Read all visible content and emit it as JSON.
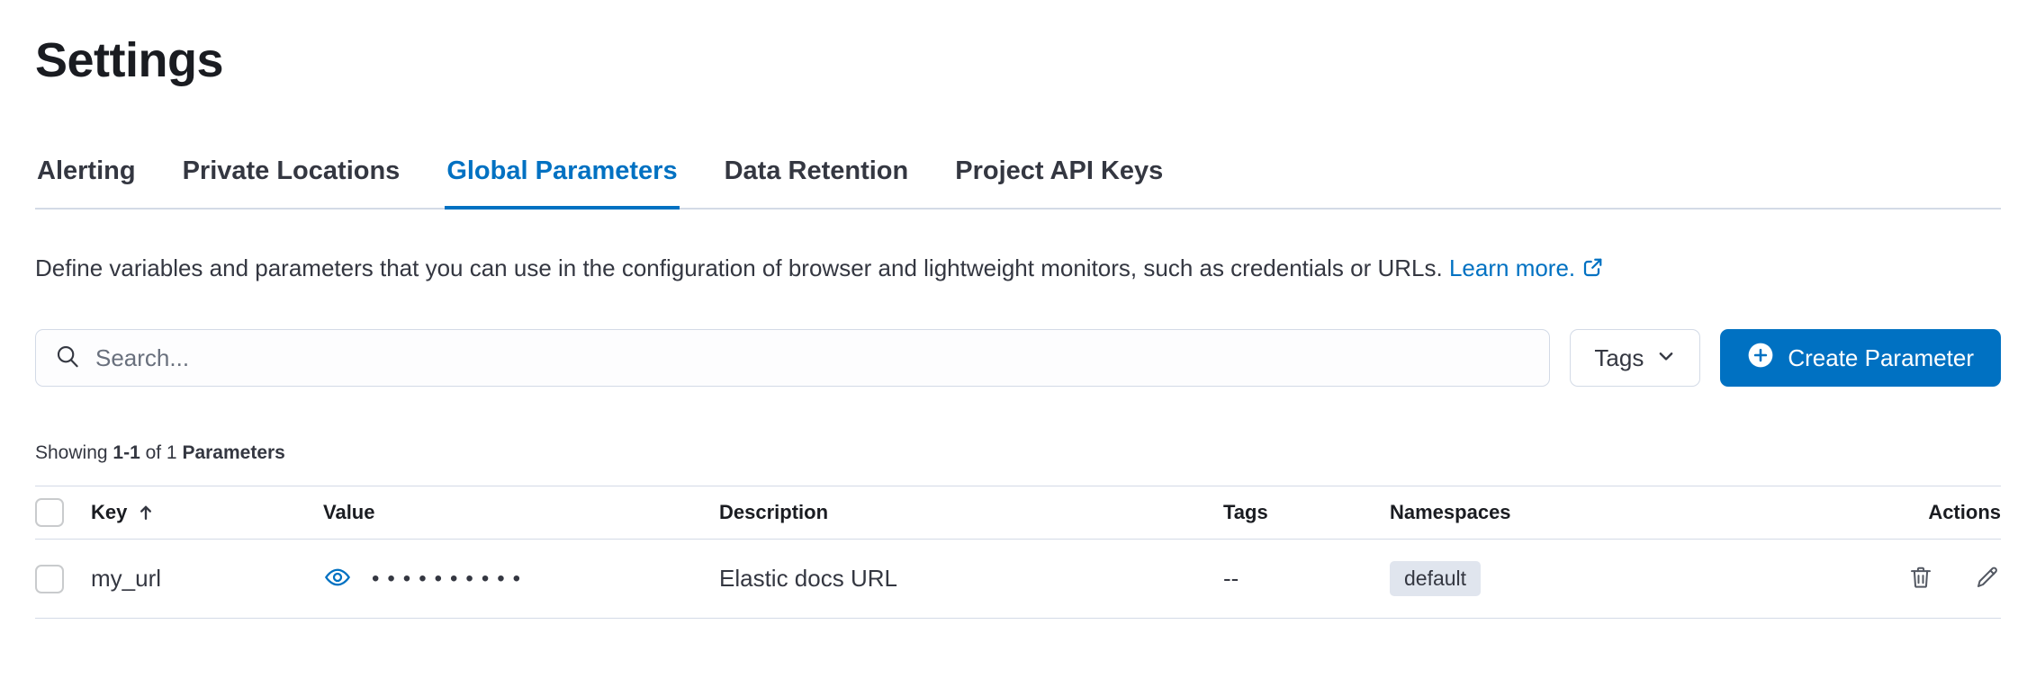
{
  "page": {
    "title": "Settings"
  },
  "tabs": [
    {
      "label": "Alerting",
      "active": false
    },
    {
      "label": "Private Locations",
      "active": false
    },
    {
      "label": "Global Parameters",
      "active": true
    },
    {
      "label": "Data Retention",
      "active": false
    },
    {
      "label": "Project API Keys",
      "active": false
    }
  ],
  "description": {
    "text": "Define variables and parameters that you can use in the configuration of browser and lightweight monitors, such as credentials or URLs.",
    "link": "Learn more."
  },
  "toolbar": {
    "search_placeholder": "Search...",
    "tags_label": "Tags",
    "create_label": "Create Parameter"
  },
  "summary": {
    "prefix": "Showing ",
    "range": "1-1",
    "middle": " of 1 ",
    "suffix": "Parameters"
  },
  "table": {
    "headers": [
      "Key",
      "Value",
      "Description",
      "Tags",
      "Namespaces",
      "Actions"
    ],
    "rows": [
      {
        "key": "my_url",
        "value_masked": "••••••••••",
        "description": "Elastic docs URL",
        "tags": "--",
        "namespace": "default"
      }
    ]
  },
  "icons": {
    "search": "magnifier-icon",
    "tags_chevron": "chevron-down-icon",
    "create": "plus-in-circle-icon",
    "external_link": "external-link-icon",
    "sort": "sort-ascending-arrow-icon",
    "reveal": "eye-icon",
    "delete": "trash-icon",
    "edit": "pencil-icon"
  },
  "colors": {
    "primary": "#0071c2",
    "text": "#343741",
    "title": "#1a1c21",
    "subdued": "#69707d",
    "border": "#d3dae6",
    "badge_bg": "#e0e5ee"
  }
}
